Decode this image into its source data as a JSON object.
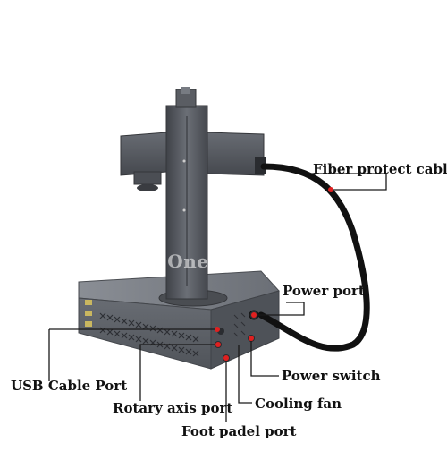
{
  "watermark": "Ebay  Onezone",
  "labels": {
    "fiber_cable": "Fiber protect cable",
    "power_port": "Power port",
    "power_switch": "Power switch",
    "cooling_fan": "Cooling fan",
    "usb_port": "USB Cable Port",
    "rotary_port": "Rotary axis port",
    "foot_pedal_port": "Foot padel port"
  },
  "colors": {
    "machine_body": "#5a5d63",
    "machine_dark": "#3c3f44",
    "pointer_line": "#1a1a1a",
    "marker_red": "#e02020",
    "cable": "#111111"
  }
}
